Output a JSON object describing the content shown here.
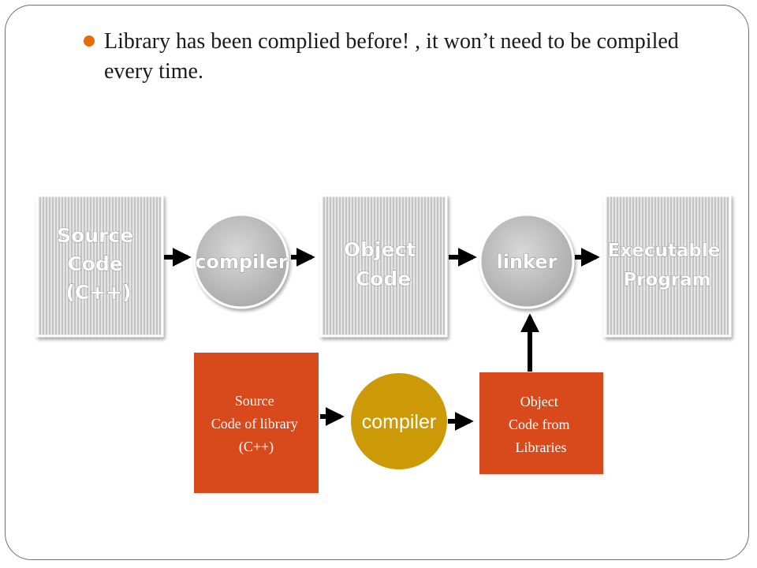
{
  "slide": {
    "bullet_text": "Library has been complied before! , it won’t need to be compiled every time."
  },
  "diagram": {
    "source_code_label": [
      "Source",
      "Code",
      "(C++)"
    ],
    "compiler_label": "compiler",
    "object_code_label": [
      "Object",
      "Code"
    ],
    "linker_label": "linker",
    "executable_label": [
      "Executable",
      "Program"
    ],
    "library_source_label": [
      "Source",
      "Code of library",
      "(C++)"
    ],
    "library_compiler_label": "compiler",
    "library_object_label": [
      "Object",
      "Code from",
      "Libraries"
    ]
  },
  "colors": {
    "gray_fill": "#c8c8c8",
    "gray_stripe": "#e2e2e2",
    "orange_fill": "#d84a1b",
    "gold_fill": "#cc9a06",
    "arrow": "#000000"
  }
}
